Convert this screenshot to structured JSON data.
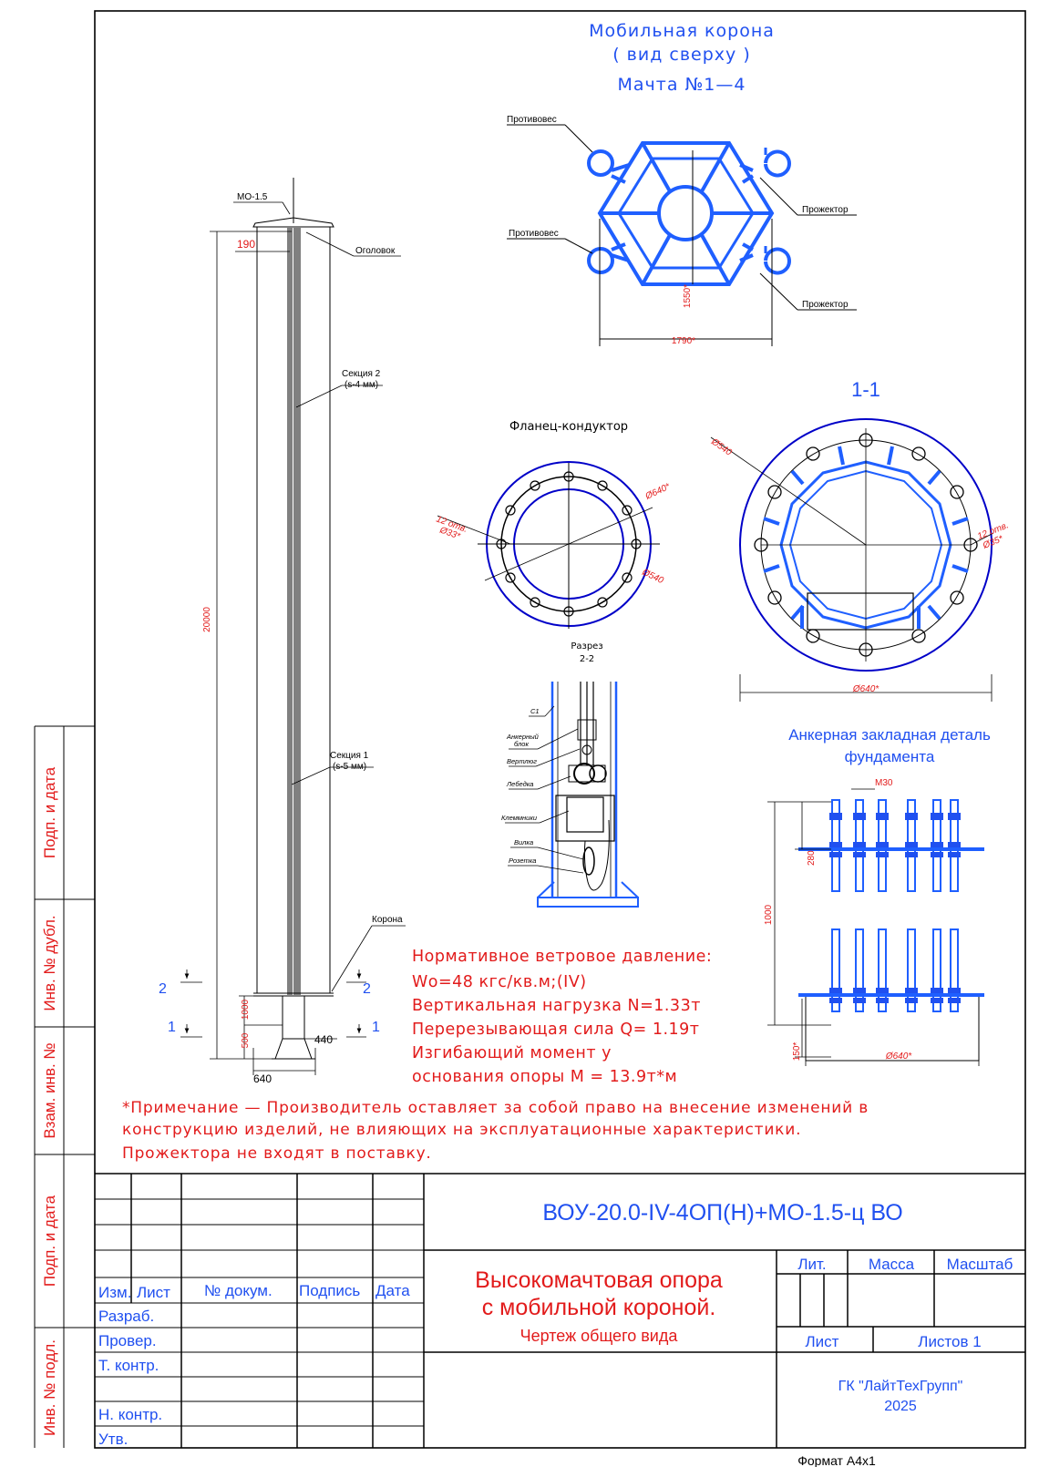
{
  "crown_view": {
    "title": [
      "Мобильная корона",
      "( вид сверху )",
      "Мачта №1—4"
    ],
    "labels": {
      "counterweight": "Противовес",
      "projector": "Прожектор"
    },
    "dims": {
      "width": "1790*",
      "height": "1550*"
    }
  },
  "mast": {
    "labels": {
      "mo": "МО-1.5",
      "head": "Оголовок",
      "section2": "Секция 2",
      "section2_s": "(s-4 мм)",
      "section1": "Секция 1",
      "section1_s": "(s-5 мм)",
      "crown": "Корона"
    },
    "dims": {
      "top": "190",
      "height": "20000",
      "d1000": "1000",
      "d500": "500",
      "d440": "440",
      "d640": "640"
    },
    "cut_marks": {
      "one": "1",
      "two": "2"
    }
  },
  "flange": {
    "title": "Фланец-кондуктор",
    "holes1": "12 отв.",
    "holes2": "Ø33*",
    "d640": "Ø640*",
    "d540": "Ø540"
  },
  "section11": {
    "title": "1-1",
    "d540": "Ø540",
    "holes1": "12 отв.",
    "holes2": "Ø35*",
    "d640": "Ø640*"
  },
  "section22": {
    "title1": "Разрез",
    "title2": "2-2",
    "labels": {
      "c1": "С1",
      "anchor1": "Анкерный",
      "anchor2": "блок",
      "swivel": "Вертлюг",
      "winch": "Лебедка",
      "clamps": "Клеммники",
      "plug": "Вилка",
      "socket": "Розетка"
    }
  },
  "anchor": {
    "title1": "Анкерная закладная деталь",
    "title2": "фундамента",
    "m30": "М30",
    "d280": "280",
    "d1000": "1000",
    "d150": "150*",
    "d640": "Ø640*"
  },
  "loads": [
    "Нормативное ветровое давление:",
    "Wо=48  кгс/кв.м;(IV)",
    "Вертикальная нагрузка N=1.33т",
    "Перерезывающая сила Q=  1.19т",
    "Изгибающий момент у",
    "основания опоры     M = 13.9т*м"
  ],
  "note": [
    "*Примечание — Производитель оставляет за собой право на внесение изменений в",
    "конструкцию изделий, не влияющих на эксплуатационные характеристики.",
    "Прожектора не входят в поставку."
  ],
  "side_labels": [
    "Подп. и дата",
    "Инв. № дубл.",
    "Взам. инв. №",
    "Подп. и дата",
    "Инв. № подл."
  ],
  "title_block": {
    "code": "ВОУ-20.0-IV-4ОП(Н)+МО-1.5-ц ВО",
    "name1": "Высокомачтовая опора",
    "name2": "с мобильной короной.",
    "name3": "Чертеж общего вида",
    "headers": {
      "izm": "Изм.",
      "list": "Лист",
      "doc": "№ докум.",
      "sign": "Подпись",
      "date": "Дата"
    },
    "roles": [
      "Разраб.",
      "Провер.",
      "Т. контр.",
      "Н. контр.",
      "Утв."
    ],
    "lit": "Лит.",
    "mass": "Масса",
    "scale": "Масштаб",
    "sheet": "Лист",
    "sheets": "Листов 1",
    "company": "ГК \"ЛайтТехГрупп\"",
    "year": "2025",
    "format": "Формат  А4х1"
  }
}
